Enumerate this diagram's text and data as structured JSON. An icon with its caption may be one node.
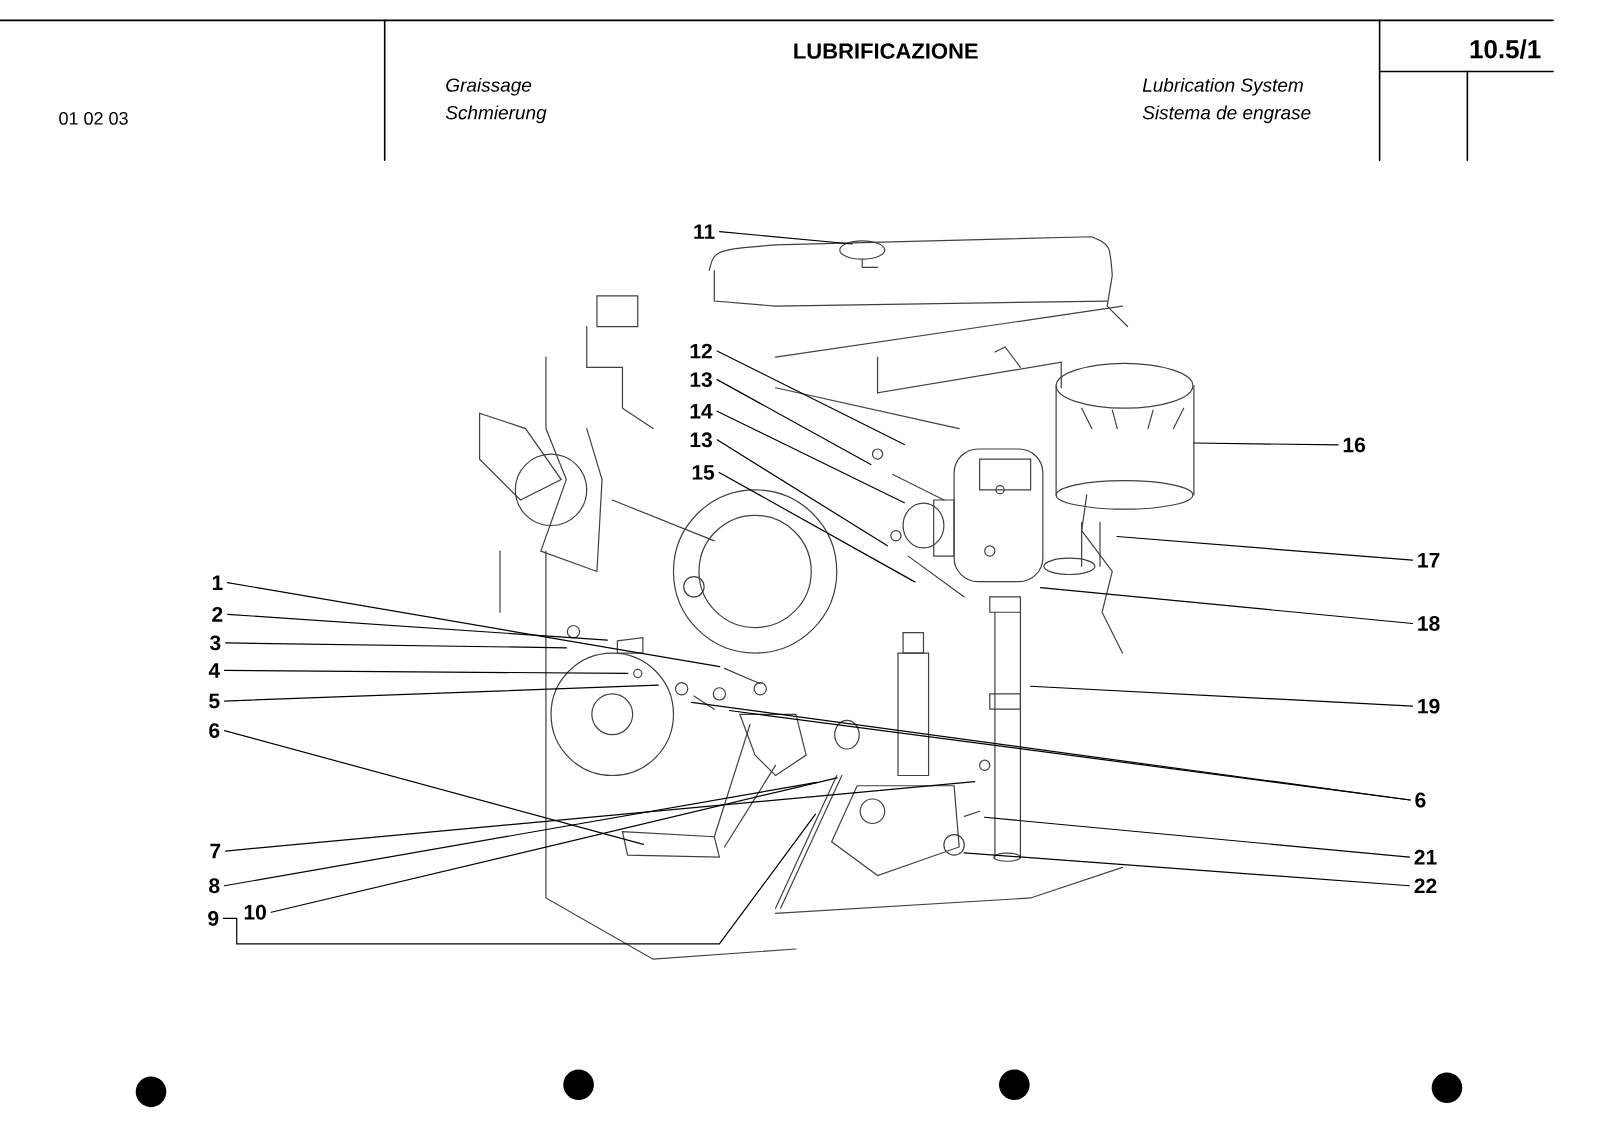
{
  "diagram": {
    "title": "LUBRIFICAZIONE",
    "nodes": [
      {
        "text": [
          "11"
        ]
      },
      {
        "text": [
          "12"
        ]
      },
      {
        "text": [
          "13"
        ]
      },
      {
        "text": [
          "14"
        ]
      },
      {
        "text": [
          "13"
        ]
      },
      {
        "text": [
          "15"
        ]
      },
      {
        "text": [
          "16"
        ]
      },
      {
        "text": [
          "17"
        ]
      },
      {
        "text": [
          "1"
        ]
      },
      {
        "text": [
          "18"
        ]
      },
      {
        "text": [
          "2"
        ]
      },
      {
        "text": [
          "3"
        ]
      },
      {
        "text": [
          "4"
        ]
      },
      {
        "text": [
          "5"
        ]
      },
      {
        "text": [
          "19"
        ]
      },
      {
        "text": [
          "6"
        ]
      },
      {
        "text": [
          "6"
        ]
      },
      {
        "text": [
          "7"
        ]
      },
      {
        "text": [
          "21"
        ]
      },
      {
        "text": [
          "8"
        ]
      },
      {
        "text": [
          "22"
        ]
      },
      {
        "text": [
          "10"
        ]
      },
      {
        "text": [
          "9"
        ]
      }
    ],
    "edges": [
      {
        "from": 0,
        "to": null,
        "arrow": "none"
      },
      {
        "from": 1,
        "to": null,
        "arrow": "none"
      },
      {
        "from": 2,
        "to": null,
        "arrow": "none"
      },
      {
        "from": 3,
        "to": null,
        "arrow": "none"
      },
      {
        "from": 4,
        "to": null,
        "arrow": "none"
      },
      {
        "from": 5,
        "to": null,
        "arrow": "none"
      },
      {
        "from": 6,
        "to": null,
        "arrow": "none"
      },
      {
        "from": 7,
        "to": null,
        "arrow": "none"
      },
      {
        "from": 8,
        "to": null,
        "arrow": "none"
      },
      {
        "from": 9,
        "to": null,
        "arrow": "none"
      },
      {
        "from": 10,
        "to": null,
        "arrow": "none"
      },
      {
        "from": 11,
        "to": null,
        "arrow": "none"
      },
      {
        "from": 12,
        "to": null,
        "arrow": "none"
      },
      {
        "from": 13,
        "to": null,
        "arrow": "none"
      },
      {
        "from": 14,
        "to": null,
        "arrow": "none"
      },
      {
        "from": 15,
        "to": null,
        "arrow": "none"
      },
      {
        "from": 15,
        "to": null,
        "arrow": "none"
      },
      {
        "from": 16,
        "to": null,
        "arrow": "none"
      },
      {
        "from": 17,
        "to": null,
        "arrow": "none"
      },
      {
        "from": 18,
        "to": null,
        "arrow": "none"
      },
      {
        "from": 19,
        "to": null,
        "arrow": "none"
      },
      {
        "from": 20,
        "to": null,
        "arrow": "none"
      },
      {
        "from": 21,
        "to": null,
        "arrow": "none"
      },
      {
        "from": 22,
        "to": null,
        "arrow": "none"
      }
    ],
    "labels": [
      "01 02 03",
      "Graissage",
      "Schmierung",
      "Lubrication System",
      "Sistema de engrase",
      "10.5/1"
    ]
  }
}
